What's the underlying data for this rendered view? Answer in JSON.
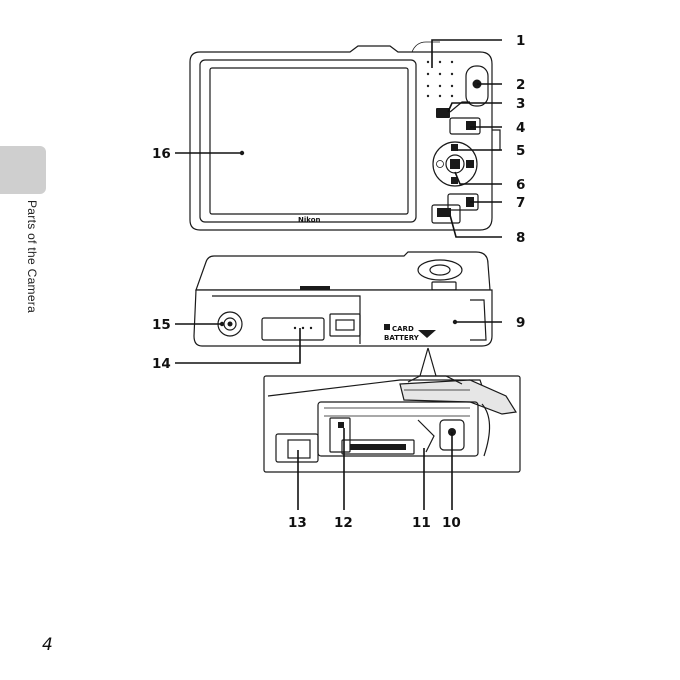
{
  "page": {
    "section_tab_label": "Parts of the Camera",
    "page_number": "4"
  },
  "diagram": {
    "back_logo": "Nikon",
    "bottom_print_line1": "CARD",
    "bottom_print_line2": "BATTERY",
    "callouts": [
      "1",
      "2",
      "3",
      "4",
      "5",
      "6",
      "7",
      "8",
      "9",
      "10",
      "11",
      "12",
      "13",
      "14",
      "15",
      "16"
    ]
  }
}
